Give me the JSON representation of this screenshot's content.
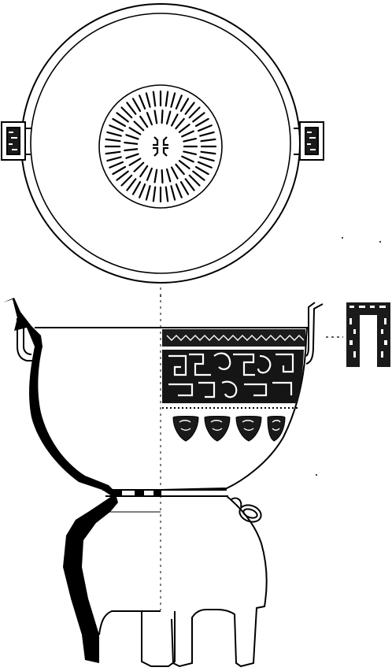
{
  "figure": {
    "views": [
      "top-view",
      "side-section-view",
      "handle-detail"
    ],
    "line_color": "#000000",
    "background_color": "#ffffff",
    "steam_grate_slots": 48
  }
}
